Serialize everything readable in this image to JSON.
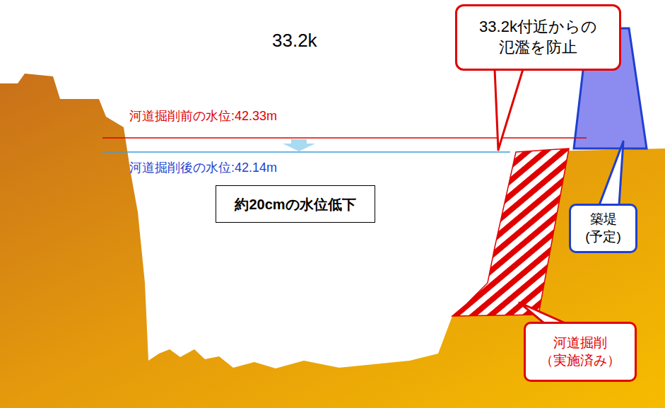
{
  "diagram": {
    "title": "33.2k",
    "nodes": [
      {
        "text": [
          "33.2k付近からの 氾濫を防止"
        ]
      },
      {
        "text": [
          "約20cmの水位低下"
        ]
      },
      {
        "text": [
          "築堤 (予定)"
        ]
      },
      {
        "text": [
          "河道掘削 （実施済み）"
        ]
      }
    ],
    "labels": [
      "河道掘削前の水位:42.33m",
      "河道掘削後の水位:42.14m"
    ]
  }
}
